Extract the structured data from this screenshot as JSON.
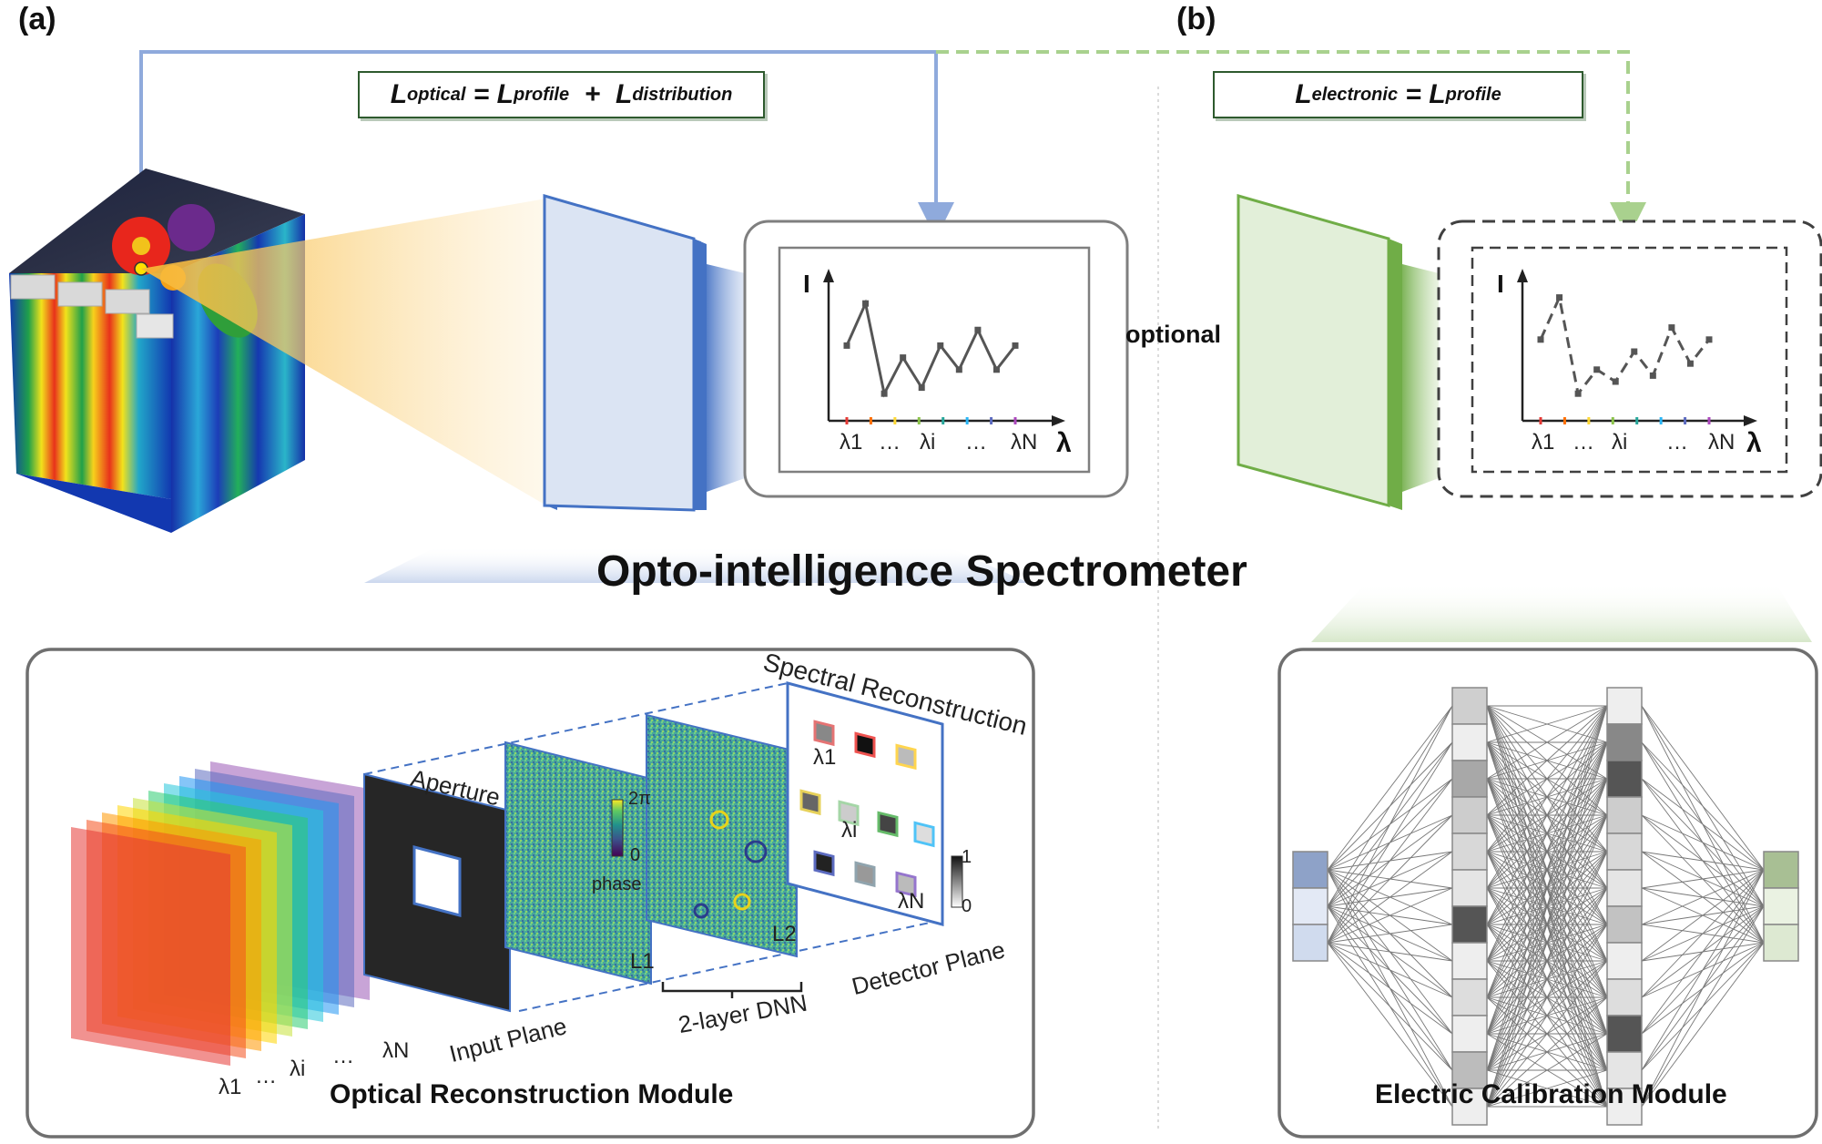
{
  "panels": {
    "a": "(a)",
    "b": "(b)"
  },
  "loss_optical": {
    "L1": "L",
    "s1": "optical",
    "eq": " = ",
    "L2": "L",
    "s2": "profile",
    "plus": "  +  ",
    "L3": "L",
    "s3": "distribution"
  },
  "loss_electronic": {
    "L1": "L",
    "s1": "electronic",
    "eq": " = ",
    "L2": "L",
    "s2": "profile"
  },
  "optional_label": "optional",
  "main_title": "Opto-intelligence Spectrometer",
  "spectrum_chart": {
    "y_label": "I",
    "x_label": "λ",
    "ticks": [
      "λ1",
      "…",
      "λi",
      "…",
      "λN"
    ],
    "solid_values": [
      0.55,
      0.9,
      0.15,
      0.45,
      0.2,
      0.55,
      0.35,
      0.68,
      0.35,
      0.55
    ],
    "dashed_values": [
      0.6,
      0.95,
      0.15,
      0.35,
      0.25,
      0.5,
      0.3,
      0.7,
      0.4,
      0.6
    ],
    "tick_colors": [
      "#e53935",
      "#ff6f00",
      "#fdd835",
      "#8bc34a",
      "#26a69a",
      "#29b6f6",
      "#5c6bc0",
      "#ab47bc"
    ]
  },
  "optical_module": {
    "title": "Optical Reconstruction Module",
    "aperture": "Aperture",
    "input_plane": "Input Plane",
    "dnn": "2-layer DNN",
    "detector_plane": "Detector Plane",
    "spectral_reconstruction": "Spectral Reconstruction",
    "layer1": "L1",
    "layer2": "L2",
    "phase_max": "2π",
    "phase_min": "0",
    "phase_label": "phase",
    "intensity_max": "1",
    "intensity_min": "0",
    "lambda1": "λ1",
    "lambdai": "λi",
    "lambdaN": "λN",
    "ellipsis": "…",
    "stack_colors": [
      "#9b59b6",
      "#5c6bc0",
      "#2196f3",
      "#26c6da",
      "#2ecc71",
      "#c6e23a",
      "#ffd600",
      "#ff9800",
      "#f4511e",
      "#e53935"
    ],
    "detector_box_colors": [
      "#e57373",
      "#ef5350",
      "#ffd54f",
      "#e6d15a",
      "#a5d6a7",
      "#66bb6a",
      "#4fc3f7",
      "#5c6bc0",
      "#90a4ae",
      "#9575cd"
    ],
    "detector_box_fills": [
      "#888888",
      "#111111",
      "#bbbbbb",
      "#666666",
      "#cccccc",
      "#444444",
      "#dddddd",
      "#222222",
      "#999999",
      "#bbbbbb"
    ]
  },
  "electric_module": {
    "title": "Electric Calibration Module",
    "input_fills": [
      "#8ea2c8",
      "#e3e9f5",
      "#d0dbee"
    ],
    "hidden1_fills": [
      "#cfcfcf",
      "#eeeeee",
      "#a8a8a8",
      "#cdcdcd",
      "#d8d8d8",
      "#e5e5e5",
      "#555555",
      "#eeeeee",
      "#dddddd",
      "#eeeeee",
      "#bcbcbc",
      "#eeeeee"
    ],
    "hidden2_fills": [
      "#eeeeee",
      "#888888",
      "#555555",
      "#cdcdcd",
      "#d8d8d8",
      "#e5e5e5",
      "#c2c2c2",
      "#eeeeee",
      "#dddddd",
      "#555555",
      "#e5e5e5",
      "#eeeeee"
    ],
    "output_fills": [
      "#a8bf94",
      "#eaf2e2",
      "#dde9d2"
    ]
  }
}
